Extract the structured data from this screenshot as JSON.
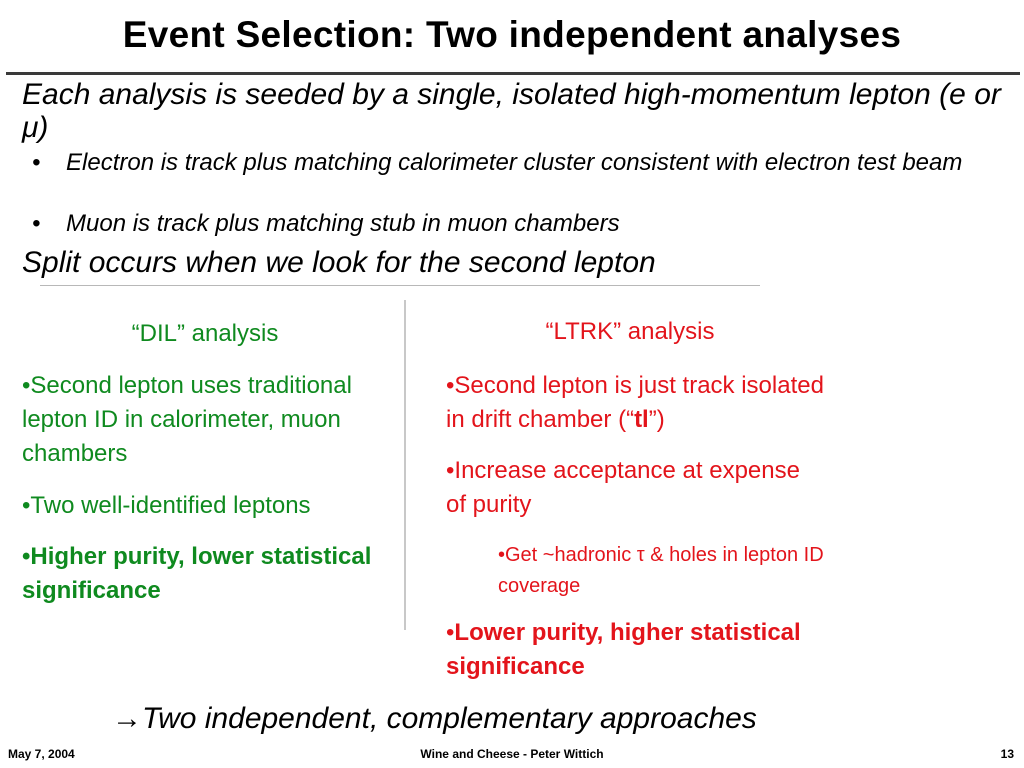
{
  "slide": {
    "title": "Event Selection: Two independent analyses",
    "intro": "Each analysis is seeded by a single, isolated high-momentum lepton (e or μ)",
    "bullets": [
      {
        "marker": "•",
        "text": "Electron is track plus matching calorimeter cluster consistent with electron test beam"
      },
      {
        "marker": "•",
        "text": "Muon is track plus matching stub in muon chambers"
      }
    ],
    "split": "Split occurs when we look for the second lepton",
    "dil": {
      "heading": "“DIL” analysis",
      "items": [
        "•Second lepton uses traditional lepton ID in calorimeter, muon chambers",
        "•Two well-identified leptons",
        "•Higher purity, lower statistical significance"
      ]
    },
    "ltrk": {
      "heading": "“LTRK” analysis",
      "item1_text": "•Second lepton is just track isolated in drift chamber (",
      "item1_quote_open": "“",
      "item1_bold": "tl",
      "item1_quote_close": "”",
      "item1_end": ")",
      "item2": "•Increase acceptance at expense of purity",
      "sub_item": "•Get ~hadronic τ & holes in lepton ID coverage",
      "item3_marker": "•",
      "item3": "Lower purity, higher statistical significance"
    },
    "conclusion_arrow": "→",
    "conclusion": "Two independent, complementary approaches",
    "colors": {
      "green": "#0f8a1f",
      "red": "#e3141b"
    }
  },
  "footer": {
    "date": "May 7, 2004",
    "center": "Wine and Cheese - Peter Wittich",
    "page": "13"
  }
}
